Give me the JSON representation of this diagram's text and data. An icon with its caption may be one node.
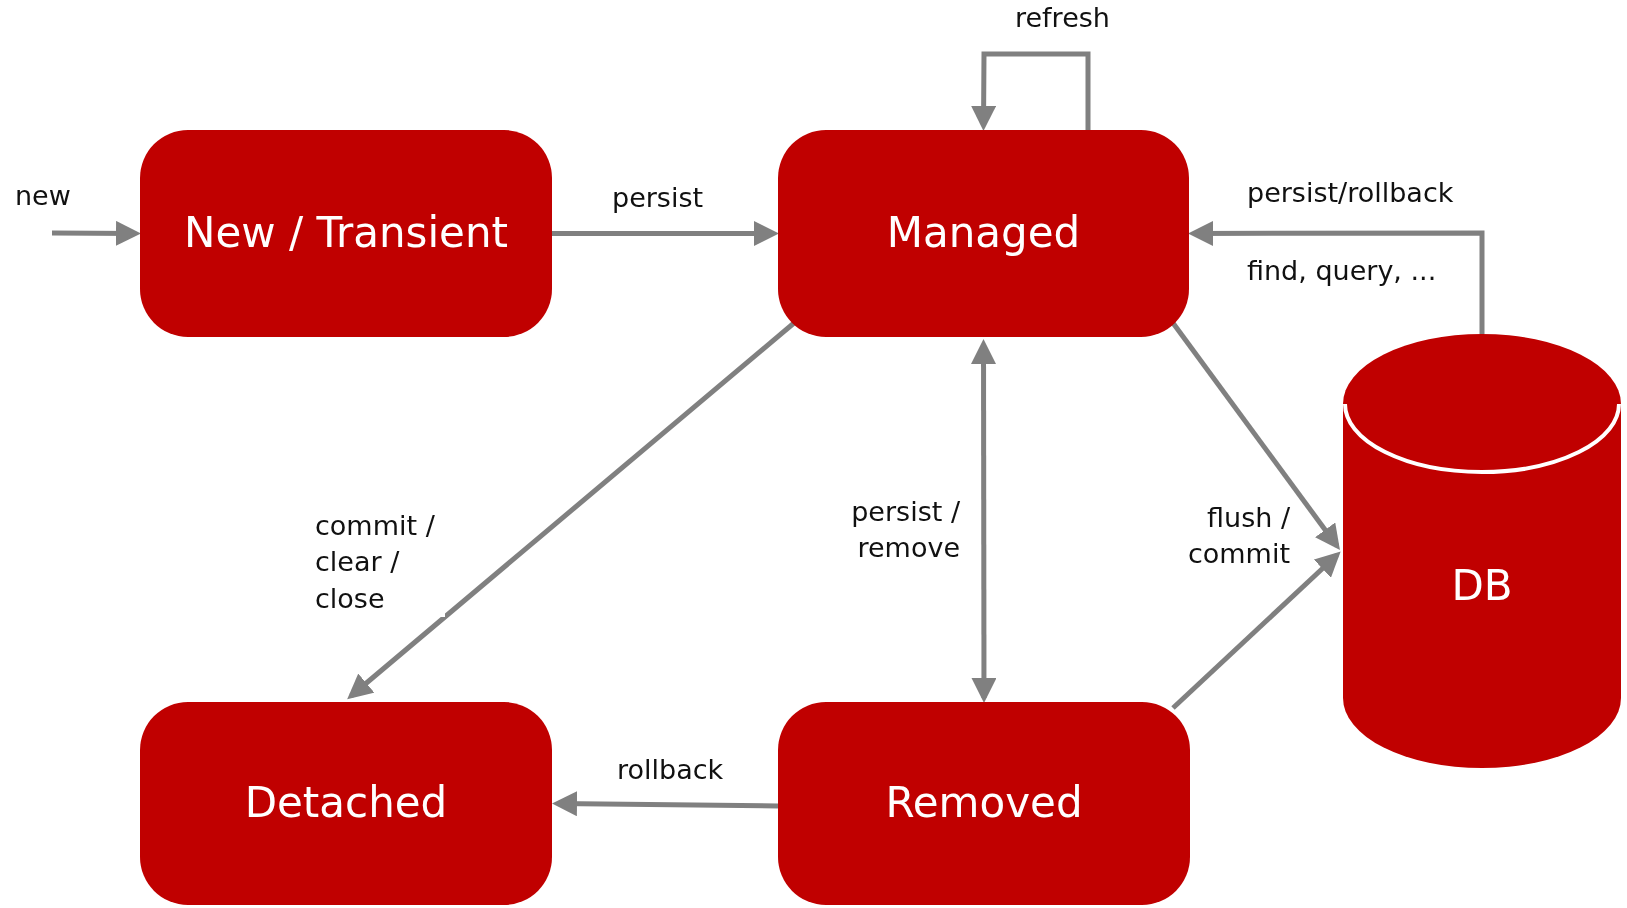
{
  "diagram": {
    "nodes": [
      {
        "text": [
          "New / Transient"
        ]
      },
      {
        "text": [
          "Managed"
        ]
      },
      {
        "text": [
          "DB"
        ]
      },
      {
        "text": [
          "Detached"
        ]
      },
      {
        "text": [
          "Removed"
        ]
      }
    ],
    "edges": [
      {
        "from": null,
        "to": 0,
        "arrow": "to",
        "label": "new"
      },
      {
        "from": 0,
        "to": 1,
        "arrow": "to",
        "label": "persist"
      },
      {
        "from": 1,
        "to": 1,
        "arrow": "to",
        "label": "refresh"
      },
      {
        "from": 2,
        "to": 1,
        "arrow": "to",
        "label": "persist/rollback"
      },
      {
        "from": 1,
        "to": 3,
        "arrow": "to",
        "label": "commit / clear / close"
      },
      {
        "from": 1,
        "to": 4,
        "arrow": "both",
        "label": "persist / remove"
      },
      {
        "from": 1,
        "to": 2,
        "arrow": "to",
        "label": "flush / commit"
      },
      {
        "from": 4,
        "to": 2,
        "arrow": "to"
      },
      {
        "from": 4,
        "to": 3,
        "arrow": "to",
        "label": "rollback"
      }
    ],
    "labels": [
      "find, query, ..."
    ]
  }
}
